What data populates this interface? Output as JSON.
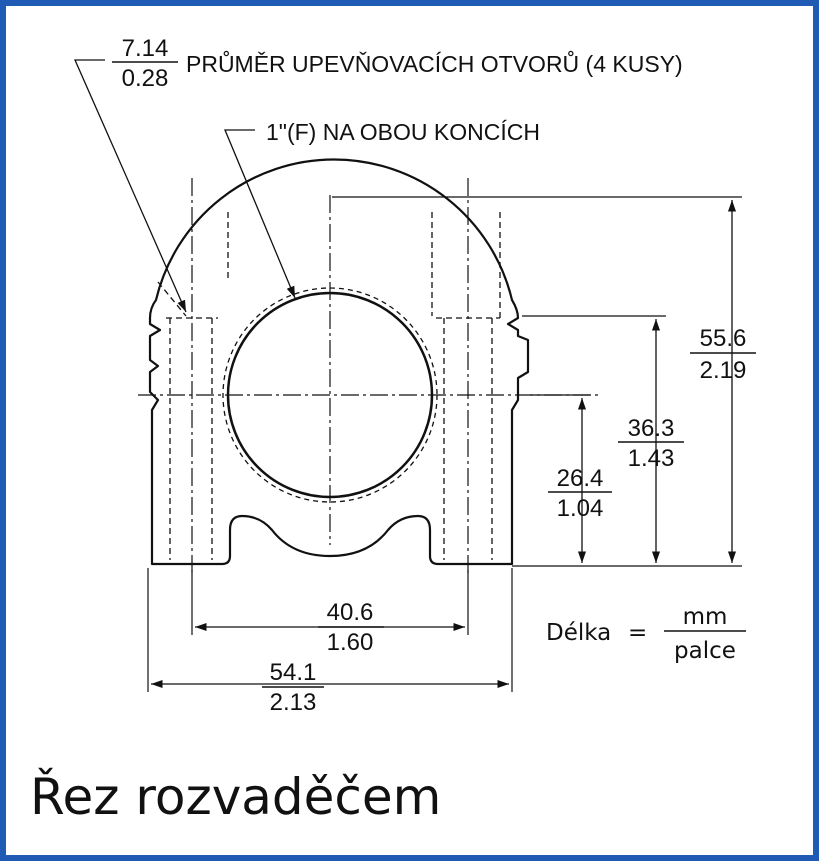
{
  "diagram": {
    "hole_note": {
      "mm": "7.14",
      "inch": "0.28",
      "text": "PRŮMĚR UPEVŇOVACÍCH OTVORŮ (4 KUSY)"
    },
    "port_note": {
      "text": "1\"(F) NA OBOU KONCÍCH"
    },
    "dimensions": {
      "height_total": {
        "mm": "55.6",
        "inch": "2.19"
      },
      "height_body": {
        "mm": "36.3",
        "inch": "1.43"
      },
      "height_center": {
        "mm": "26.4",
        "inch": "1.04"
      },
      "width_holes": {
        "mm": "40.6",
        "inch": "1.60"
      },
      "width_total": {
        "mm": "54.1",
        "inch": "2.13"
      }
    },
    "legend": {
      "label": "Délka",
      "equals": "=",
      "top": "mm",
      "bottom": "palce"
    },
    "caption": "Řez rozvaděčem"
  },
  "colors": {
    "frame": "#1f5bb5",
    "line": "#111111"
  }
}
